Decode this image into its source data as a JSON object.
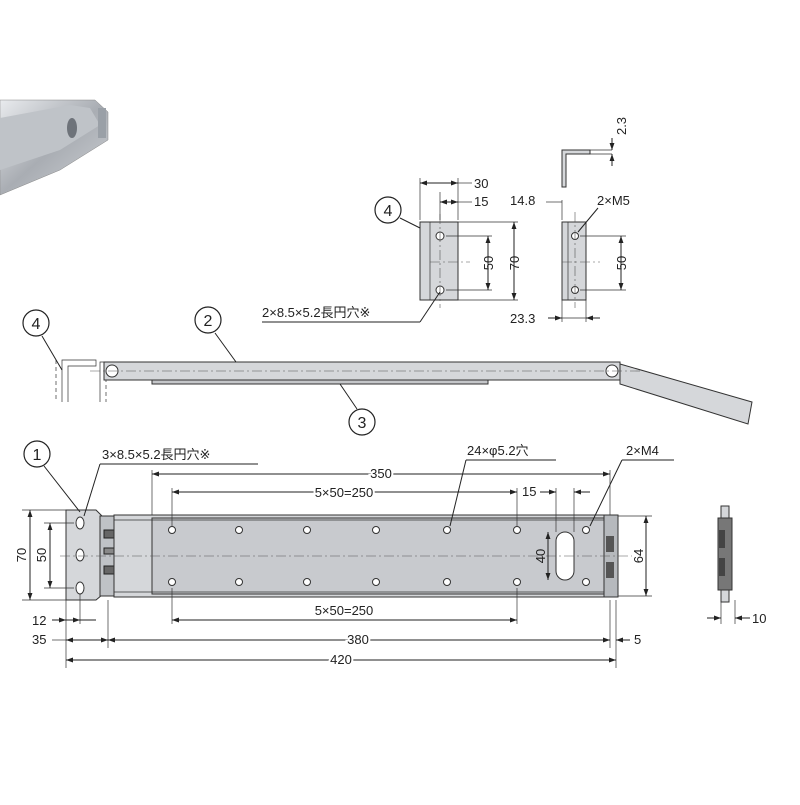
{
  "balloons": {
    "b1": "1",
    "b2": "2",
    "b3": "3",
    "b4a": "4",
    "b4b": "4"
  },
  "dims": {
    "d30": "30",
    "d15a": "15",
    "d50a": "50",
    "d70a": "70",
    "d23": "2.3",
    "d148": "14.8",
    "d2m5": "2×M5",
    "d50b": "50",
    "d233": "23.3",
    "slot2": "2×8.5×5.2長円穴※",
    "slot3": "3×8.5×5.2長円穴※",
    "holes24": "24×φ5.2穴",
    "d2m4": "2×M4",
    "d350": "350",
    "d250a": "5×50=250",
    "d15b": "15",
    "d40": "40",
    "d70b": "70",
    "d50c": "50",
    "d64": "64",
    "d12": "12",
    "d35": "35",
    "d250b": "5×50=250",
    "d380": "380",
    "d5": "5",
    "d420": "420",
    "d10": "10"
  },
  "colors": {
    "metal": "#d5d7da",
    "line": "#222222"
  }
}
